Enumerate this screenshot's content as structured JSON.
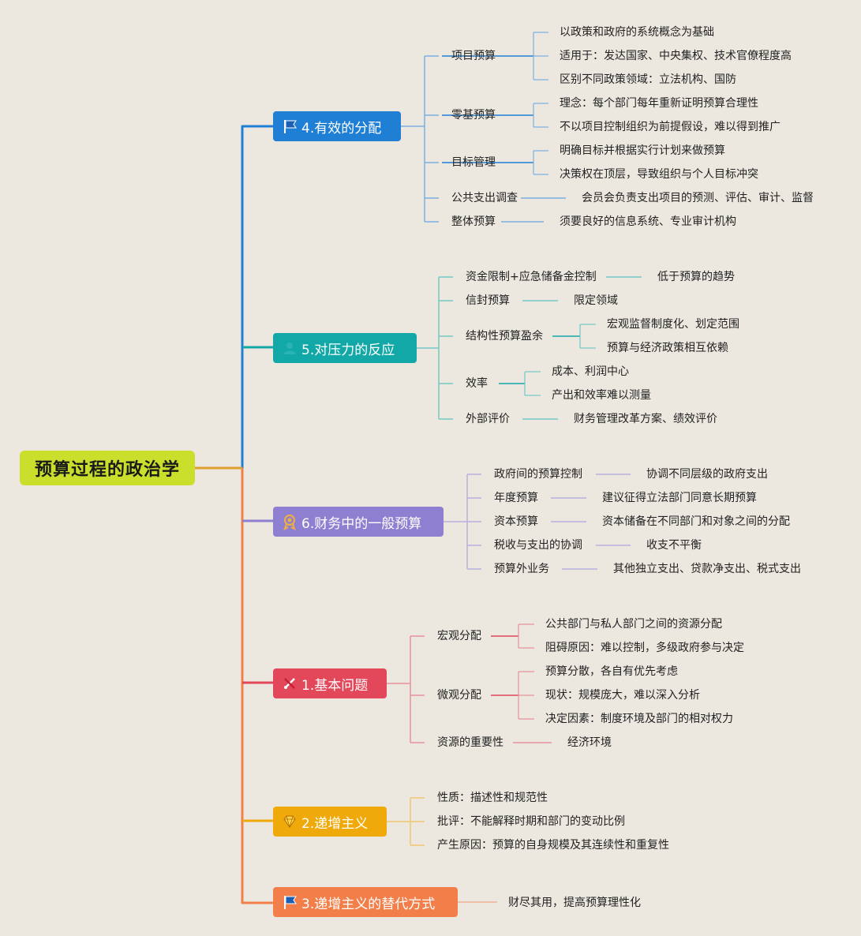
{
  "root": {
    "label": "预算过程的政治学",
    "color": "#c9df2c"
  },
  "branches": [
    {
      "id": "b4",
      "label": "4.有效的分配",
      "color": "#1f7fd4",
      "icon": "flag-icon",
      "children": [
        {
          "label": "项目预算",
          "children": [
            "以政策和政府的系统概念为基础",
            "适用于：发达国家、中央集权、技术官僚程度高",
            "区别不同政策领域：立法机构、国防"
          ]
        },
        {
          "label": "零基预算",
          "children": [
            "理念：每个部门每年重新证明预算合理性",
            "不以项目控制组织为前提假设，难以得到推广"
          ]
        },
        {
          "label": "目标管理",
          "children": [
            "明确目标并根据实行计划来做预算",
            "决策权在顶层，导致组织与个人目标冲突"
          ]
        },
        {
          "label": "公共支出调查",
          "children": [
            "会员会负责支出项目的预测、评估、审计、监督"
          ]
        },
        {
          "label": "整体预算",
          "children": [
            "须要良好的信息系统、专业审计机构"
          ]
        }
      ]
    },
    {
      "id": "b5",
      "label": "5.对压力的反应",
      "color": "#13a8a8",
      "icon": "user-icon",
      "children": [
        {
          "label": "资金限制+应急储备金控制",
          "children": [
            "低于预算的趋势"
          ]
        },
        {
          "label": "信封预算",
          "children": [
            "限定领域"
          ]
        },
        {
          "label": "结构性预算盈余",
          "children": [
            "宏观监督制度化、划定范围",
            "预算与经济政策相互依赖"
          ]
        },
        {
          "label": "效率",
          "children": [
            "成本、利润中心",
            "产出和效率难以测量"
          ]
        },
        {
          "label": "外部评价",
          "children": [
            "财务管理改革方案、绩效评价"
          ]
        }
      ]
    },
    {
      "id": "b6",
      "label": "6.财务中的一般预算",
      "color": "#8f7fd0",
      "icon": "medal-icon",
      "children": [
        {
          "label": "政府间的预算控制",
          "children": [
            "协调不同层级的政府支出"
          ]
        },
        {
          "label": "年度预算",
          "children": [
            "建议征得立法部门同意长期预算"
          ]
        },
        {
          "label": "资本预算",
          "children": [
            "资本储备在不同部门和对象之间的分配"
          ]
        },
        {
          "label": "税收与支出的协调",
          "children": [
            "收支不平衡"
          ]
        },
        {
          "label": "预算外业务",
          "children": [
            "其他独立支出、贷款净支出、税式支出"
          ]
        }
      ]
    },
    {
      "id": "b1",
      "label": "1.基本问题",
      "color": "#e2475a",
      "icon": "tools-icon",
      "children": [
        {
          "label": "宏观分配",
          "children": [
            "公共部门与私人部门之间的资源分配",
            "阻碍原因：难以控制，多级政府参与决定"
          ]
        },
        {
          "label": "微观分配",
          "children": [
            "预算分散，各自有优先考虑",
            "现状：规模庞大，难以深入分析",
            "决定因素：制度环境及部门的相对权力"
          ]
        },
        {
          "label": "资源的重要性",
          "children": [
            "经济环境"
          ]
        }
      ]
    },
    {
      "id": "b2",
      "label": "2.递增主义",
      "color": "#f0a90a",
      "icon": "diamond-icon",
      "children": [
        {
          "label": "性质：描述性和规范性",
          "children": []
        },
        {
          "label": "批评：不能解释时期和部门的变动比例",
          "children": []
        },
        {
          "label": "产生原因：预算的自身规模及其连续性和重复性",
          "children": []
        }
      ]
    },
    {
      "id": "b3",
      "label": "3.递增主义的替代方式",
      "color": "#f27f4a",
      "icon": "flag-icon",
      "children": [
        {
          "label": "财尽其用，提高预算理性化",
          "children": []
        }
      ]
    }
  ]
}
